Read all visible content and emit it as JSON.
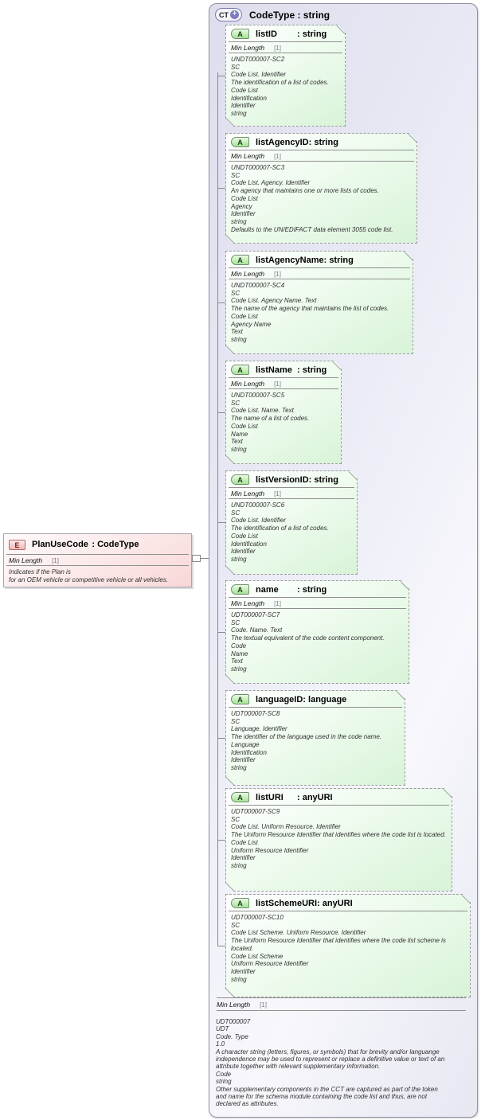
{
  "complex_type": {
    "badge": "CT",
    "expand_glyph": "+",
    "title": "CodeType : string",
    "facet": {
      "label": "Min Length",
      "value": "[1]"
    },
    "annotation": [
      "UDT000007",
      "UDT",
      "Code. Type",
      "1.0",
      "A character string (letters, figures, or symbols) that for brevity and/or languange independence may be used to represent or replace a definitive value or text of an attribute together with relevant supplementary information.",
      "Code",
      "string",
      "Other supplementary components in the CCT are captured as part of the token and name for the schema module containing the code list and thus, are not declared as attributes."
    ]
  },
  "element": {
    "badge": "E",
    "name": "PlanUseCode",
    "type": ": CodeType",
    "facet": {
      "label": "Min Length",
      "value": "[1]"
    },
    "annotation": [
      "Indicates if the Plan is",
      "for an OEM vehicle or competitive vehicle or all vehicles."
    ]
  },
  "attributes": [
    {
      "badge": "A",
      "name": "listID",
      "type": ": string",
      "facet": {
        "label": "Min Length",
        "value": "[1]"
      },
      "annotation": [
        "UNDT000007-SC2",
        "SC",
        "Code List. Identifier",
        "The identification of a list of codes.",
        "Code List",
        "Identification",
        "Identifier",
        "string"
      ]
    },
    {
      "badge": "A",
      "name": "listAgencyID",
      "type": ": string",
      "facet": {
        "label": "Min Length",
        "value": "[1]"
      },
      "annotation": [
        "UNDT000007-SC3",
        "SC",
        "Code List. Agency. Identifier",
        "An agency that maintains one or more lists of codes.",
        "Code List",
        "Agency",
        "Identifier",
        "string",
        "Defaults to the UN/EDIFACT data element 3055 code list."
      ]
    },
    {
      "badge": "A",
      "name": "listAgencyName",
      "type": ": string",
      "facet": {
        "label": "Min Length",
        "value": "[1]"
      },
      "annotation": [
        "UNDT000007-SC4",
        "SC",
        "Code List. Agency Name. Text",
        "The name of the agency that maintains the list of codes.",
        "Code List",
        "Agency Name",
        "Text",
        "string"
      ]
    },
    {
      "badge": "A",
      "name": "listName",
      "type": ": string",
      "facet": {
        "label": "Min Length",
        "value": "[1]"
      },
      "annotation": [
        "UNDT000007-SC5",
        "SC",
        "Code List. Name. Text",
        "The name of a list of codes.",
        "Code List",
        "Name",
        "Text",
        "string"
      ]
    },
    {
      "badge": "A",
      "name": "listVersionID",
      "type": ": string",
      "facet": {
        "label": "Min Length",
        "value": "[1]"
      },
      "annotation": [
        "UNDT000007-SC6",
        "SC",
        "Code List. Identifier",
        "The identification of a list of codes.",
        "Code List",
        "Identification",
        "Identifier",
        "string"
      ]
    },
    {
      "badge": "A",
      "name": "name",
      "type": ": string",
      "facet": {
        "label": "Min Length",
        "value": "[1]"
      },
      "annotation": [
        "UDT000007-SC7",
        "SC",
        "Code. Name. Text",
        "The textual equivalent of the code content component.",
        "Code",
        "Name",
        "Text",
        "string"
      ]
    },
    {
      "badge": "A",
      "name": "languageID",
      "type": ": language",
      "facet": null,
      "annotation": [
        "UDT000007-SC8",
        "SC",
        "Language. Identifier",
        "The identifier of the language used in the code name.",
        "Language",
        "Identification",
        "Identifier",
        "string"
      ]
    },
    {
      "badge": "A",
      "name": "listURI",
      "type": ": anyURI",
      "facet": null,
      "annotation": [
        "UDT000007-SC9",
        "SC",
        "Code List. Uniform Resource. Identifier",
        "The Uniform Resource Identifier that identifies where the code list is located.",
        "Code List",
        "Uniform Resource Identifier",
        "Identifier",
        "string"
      ]
    },
    {
      "badge": "A",
      "name": "listSchemeURI",
      "type": ": anyURI",
      "facet": null,
      "annotation": [
        "UDT000007-SC10",
        "SC",
        "Code List Scheme. Uniform Resource. Identifier",
        "The Uniform Resource Identifier that identifies where the code list scheme is located.",
        "Code List Scheme",
        "Uniform Resource Identifier",
        "Identifier",
        "string"
      ]
    }
  ]
}
